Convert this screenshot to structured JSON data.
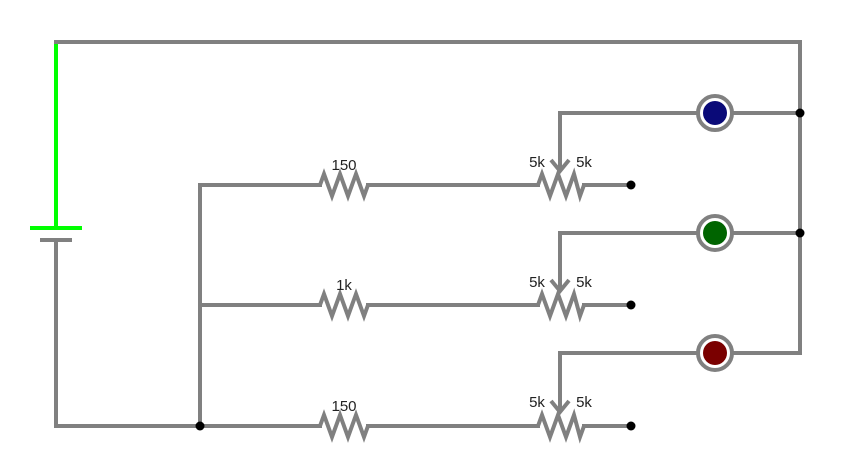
{
  "components": {
    "resistors": [
      {
        "id": "r1",
        "label": "150"
      },
      {
        "id": "r2",
        "label": "1k"
      },
      {
        "id": "r3",
        "label": "150"
      }
    ],
    "potentiometers": [
      {
        "id": "p1",
        "left_label": "5k",
        "right_label": "5k"
      },
      {
        "id": "p2",
        "left_label": "5k",
        "right_label": "5k"
      },
      {
        "id": "p3",
        "left_label": "5k",
        "right_label": "5k"
      }
    ],
    "leds": [
      {
        "id": "led1",
        "color_name": "blue",
        "color": "#0a0a78"
      },
      {
        "id": "led2",
        "color_name": "green",
        "color": "#006400"
      },
      {
        "id": "led3",
        "color_name": "red",
        "color": "#7a0000"
      }
    ],
    "battery": {
      "positive_wire_color": "#00ff00",
      "plate_color": "#808080"
    }
  },
  "colors": {
    "wire": "#808080",
    "background": "#ffffff",
    "junction": "#000000"
  }
}
